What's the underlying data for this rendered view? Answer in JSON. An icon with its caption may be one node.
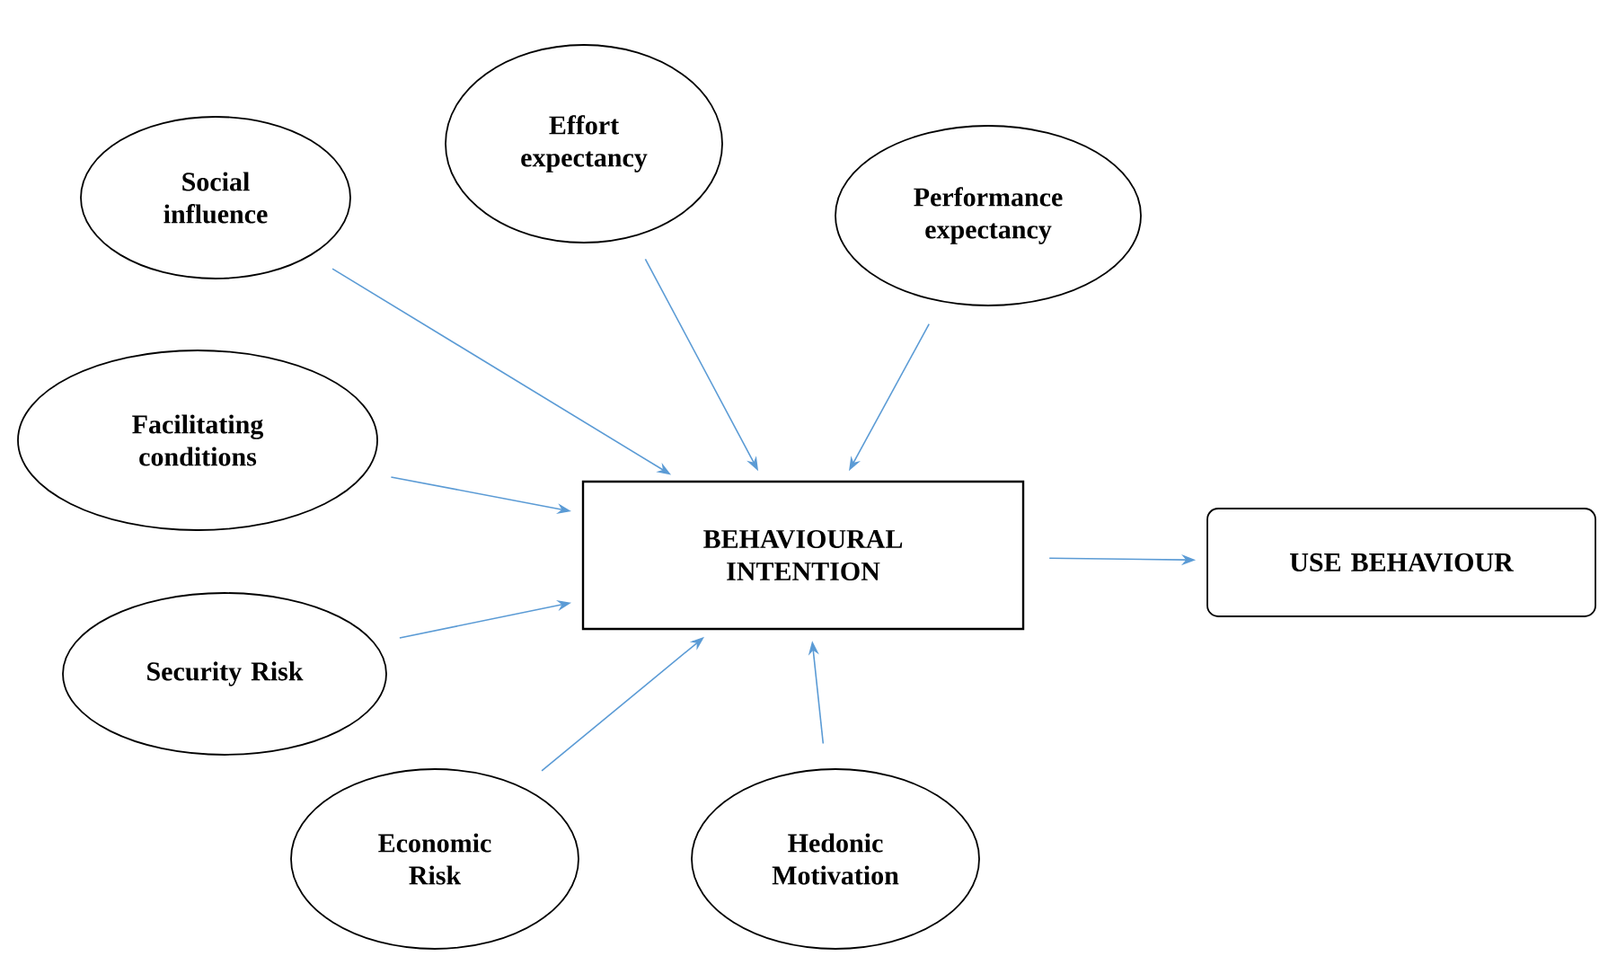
{
  "diagram": {
    "nodes": [
      {
        "text": [
          "Social influence"
        ]
      },
      {
        "text": [
          "Effort expectancy"
        ]
      },
      {
        "text": [
          "Performance expectancy"
        ]
      },
      {
        "text": [
          "Facilitating conditions"
        ]
      },
      {
        "text": [
          "Security Risk"
        ]
      },
      {
        "text": [
          "Economic Risk"
        ]
      },
      {
        "text": [
          "Hedonic Motivation"
        ]
      },
      {
        "text": [
          "BEHAVIOURAL INTENTION"
        ]
      },
      {
        "text": [
          "USE BEHAVIOUR"
        ]
      }
    ],
    "edges": [
      {
        "from": 0,
        "to": 7,
        "arrow": "to"
      },
      {
        "from": 1,
        "to": 7,
        "arrow": "to"
      },
      {
        "from": 2,
        "to": 7,
        "arrow": "to"
      },
      {
        "from": 3,
        "to": 7,
        "arrow": "to"
      },
      {
        "from": 4,
        "to": 7,
        "arrow": "to"
      },
      {
        "from": 5,
        "to": 7,
        "arrow": "to"
      },
      {
        "from": 6,
        "to": 7,
        "arrow": "to"
      },
      {
        "from": 7,
        "to": 8,
        "arrow": "to"
      }
    ]
  }
}
